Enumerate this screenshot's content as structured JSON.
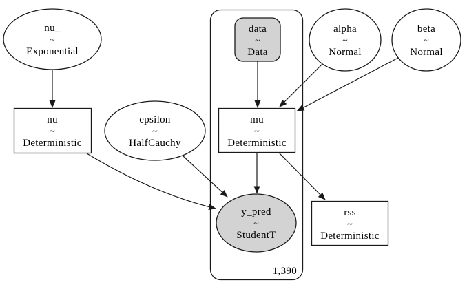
{
  "diagram": {
    "type": "bayesian-model-graph",
    "colors": {
      "background": "#ffffff",
      "node_fill": "#ffffff",
      "shaded_node_fill": "#d3d3d3",
      "stroke": "#000000"
    },
    "plate": {
      "label": "1,390"
    },
    "nodes": {
      "nu_": {
        "name": "nu_",
        "relation": "~",
        "dist": "Exponential",
        "shape": "ellipse",
        "filled": false
      },
      "nu": {
        "name": "nu",
        "relation": "~",
        "dist": "Deterministic",
        "shape": "box",
        "filled": false
      },
      "epsilon": {
        "name": "epsilon",
        "relation": "~",
        "dist": "HalfCauchy",
        "shape": "ellipse",
        "filled": false
      },
      "data": {
        "name": "data",
        "relation": "~",
        "dist": "Data",
        "shape": "rounded-box",
        "filled": true
      },
      "alpha": {
        "name": "alpha",
        "relation": "~",
        "dist": "Normal",
        "shape": "ellipse",
        "filled": false
      },
      "beta": {
        "name": "beta",
        "relation": "~",
        "dist": "Normal",
        "shape": "ellipse",
        "filled": false
      },
      "mu": {
        "name": "mu",
        "relation": "~",
        "dist": "Deterministic",
        "shape": "box",
        "filled": false
      },
      "y_pred": {
        "name": "y_pred",
        "relation": "~",
        "dist": "StudentT",
        "shape": "ellipse",
        "filled": true
      },
      "rss": {
        "name": "rss",
        "relation": "~",
        "dist": "Deterministic",
        "shape": "box",
        "filled": false
      }
    },
    "edges": [
      {
        "from": "nu_",
        "to": "nu"
      },
      {
        "from": "nu",
        "to": "y_pred"
      },
      {
        "from": "epsilon",
        "to": "y_pred"
      },
      {
        "from": "data",
        "to": "mu"
      },
      {
        "from": "alpha",
        "to": "mu"
      },
      {
        "from": "beta",
        "to": "mu"
      },
      {
        "from": "mu",
        "to": "y_pred"
      },
      {
        "from": "mu",
        "to": "rss"
      }
    ]
  }
}
